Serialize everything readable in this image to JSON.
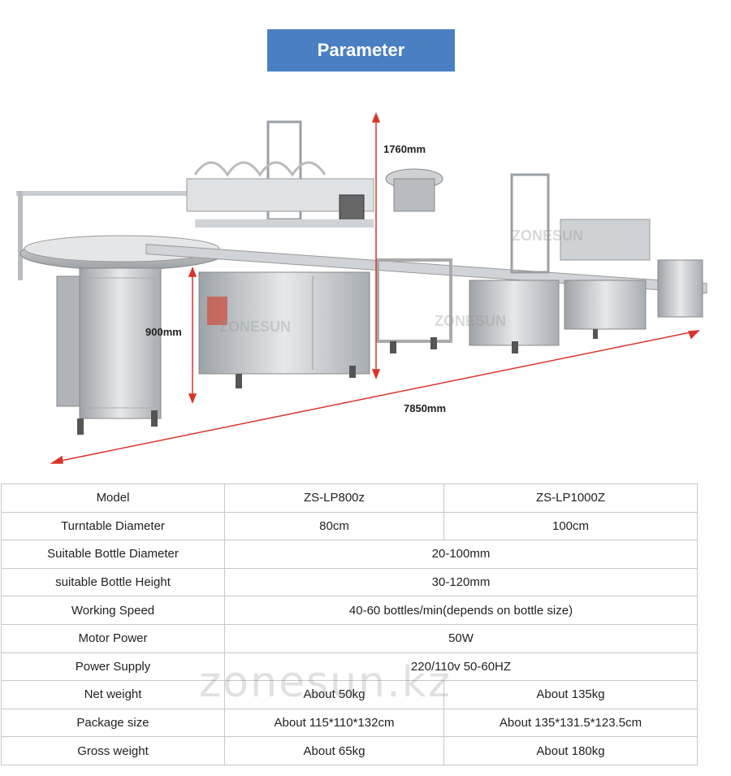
{
  "header": {
    "title": "Parameter"
  },
  "figure": {
    "dimensions": {
      "height_top": "1760mm",
      "height_side": "900mm",
      "length": "7850mm"
    },
    "logo_marks": [
      "ZONESUN",
      "ZONESUN",
      "ZONESUN"
    ]
  },
  "table": {
    "rows": [
      {
        "label": "Model",
        "values": [
          "ZS-LP800z",
          "ZS-LP1000Z"
        ]
      },
      {
        "label": "Turntable Diameter",
        "values": [
          "80cm",
          "100cm"
        ]
      },
      {
        "label": "Suitable Bottle Diameter",
        "values": [
          "20-100mm"
        ]
      },
      {
        "label": "suitable Bottle Height",
        "values": [
          "30-120mm"
        ]
      },
      {
        "label": "Working Speed",
        "values": [
          "40-60 bottles/min(depends on bottle size)"
        ]
      },
      {
        "label": "Motor Power",
        "values": [
          "50W"
        ]
      },
      {
        "label": "Power Supply",
        "values": [
          "220/110v 50-60HZ"
        ]
      },
      {
        "label": "Net weight",
        "values": [
          "About 50kg",
          "About 135kg"
        ]
      },
      {
        "label": "Package size",
        "values": [
          "About 115*110*132cm",
          "About 135*131.5*123.5cm"
        ]
      },
      {
        "label": "Gross weight",
        "values": [
          "About 65kg",
          "About 180kg"
        ]
      }
    ]
  },
  "watermark": "zonesun.kz"
}
